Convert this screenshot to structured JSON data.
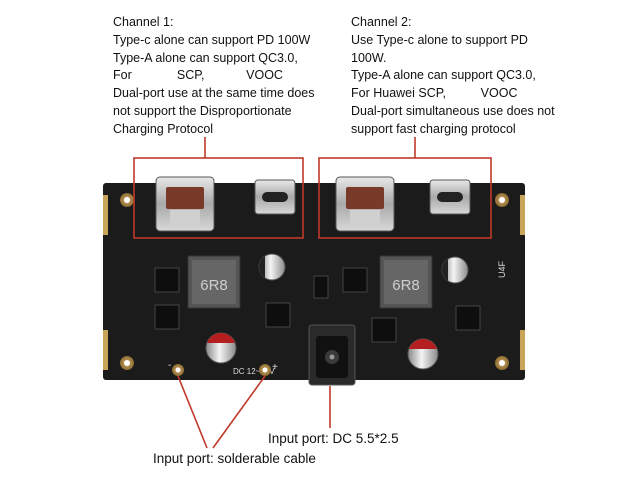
{
  "channel1": {
    "lines": [
      "Channel 1:",
      "Type-c alone can support PD 100W",
      "Type-A alone can support QC3.0,",
      "For             SCP,            VOOC",
      "Dual-port use at the same time does",
      "not support the Disproportionate",
      "Charging Protocol"
    ]
  },
  "channel2": {
    "lines": [
      "Channel 2:",
      "Use Type-c alone to support PD",
      "100W.",
      "Type-A alone can support QC3.0,",
      "For Huawei SCP,          VOOC",
      "Dual-port simultaneous use does not",
      "support fast charging protocol"
    ]
  },
  "board": {
    "inductor_marking": "6R8",
    "dc_marking": "DC 12~30V",
    "minus_mark": "-",
    "plus_mark": "+",
    "silkscreen": "U4F"
  },
  "labels": {
    "input_dc": "Input port: DC 5.5*2.5",
    "input_cable": "Input port: solderable cable"
  },
  "colors": {
    "pointer_line": "#c0392b",
    "board": "#1a1a1a"
  }
}
